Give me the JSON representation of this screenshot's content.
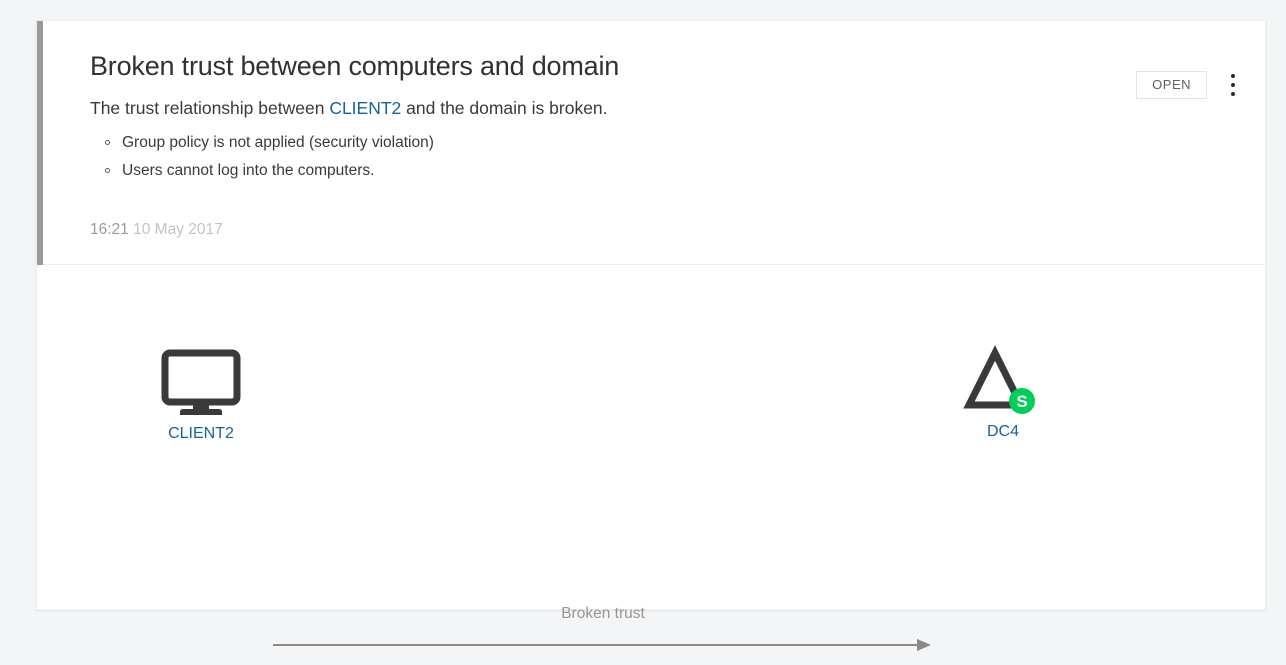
{
  "card": {
    "severity_color": "#9a9a9a",
    "title": "Broken trust between computers and domain",
    "subtitle": {
      "prefix": "The trust relationship between ",
      "entity": "CLIENT2",
      "suffix": " and the domain is broken."
    },
    "symptoms": [
      "Group policy is not applied (security violation)",
      "Users cannot log into the computers."
    ],
    "timestamp": {
      "time": "16:21",
      "date": "10 May 2017"
    },
    "actions": {
      "open_label": "OPEN",
      "overflow_icon": "more-vertical-icon"
    }
  },
  "diagram": {
    "link_label": "Broken trust",
    "link_color": "#8a8a8a",
    "nodes": [
      {
        "id": "client",
        "label": "CLIENT2",
        "icon": "monitor-icon",
        "icon_color": "#3a3a3d",
        "label_color": "#15639c"
      },
      {
        "id": "domain",
        "label": "DC4",
        "icon": "domain-triangle-icon",
        "icon_color": "#3a3a3d",
        "label_color": "#15639c",
        "badge": {
          "icon": "secure-badge-icon",
          "glyph": "S",
          "color": "#00cf57"
        }
      }
    ]
  }
}
